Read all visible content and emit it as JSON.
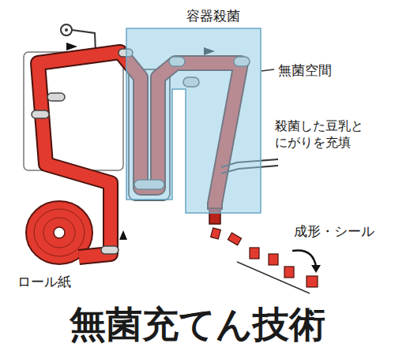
{
  "diagram": {
    "title": "無菌充てん技術",
    "nodes": [
      {
        "text": [
          "容器殺菌"
        ]
      }
    ],
    "labels": [
      "無菌空間",
      "殺菌した豆乳と にがりを充填",
      "成形・シール",
      "ロール紙"
    ]
  }
}
